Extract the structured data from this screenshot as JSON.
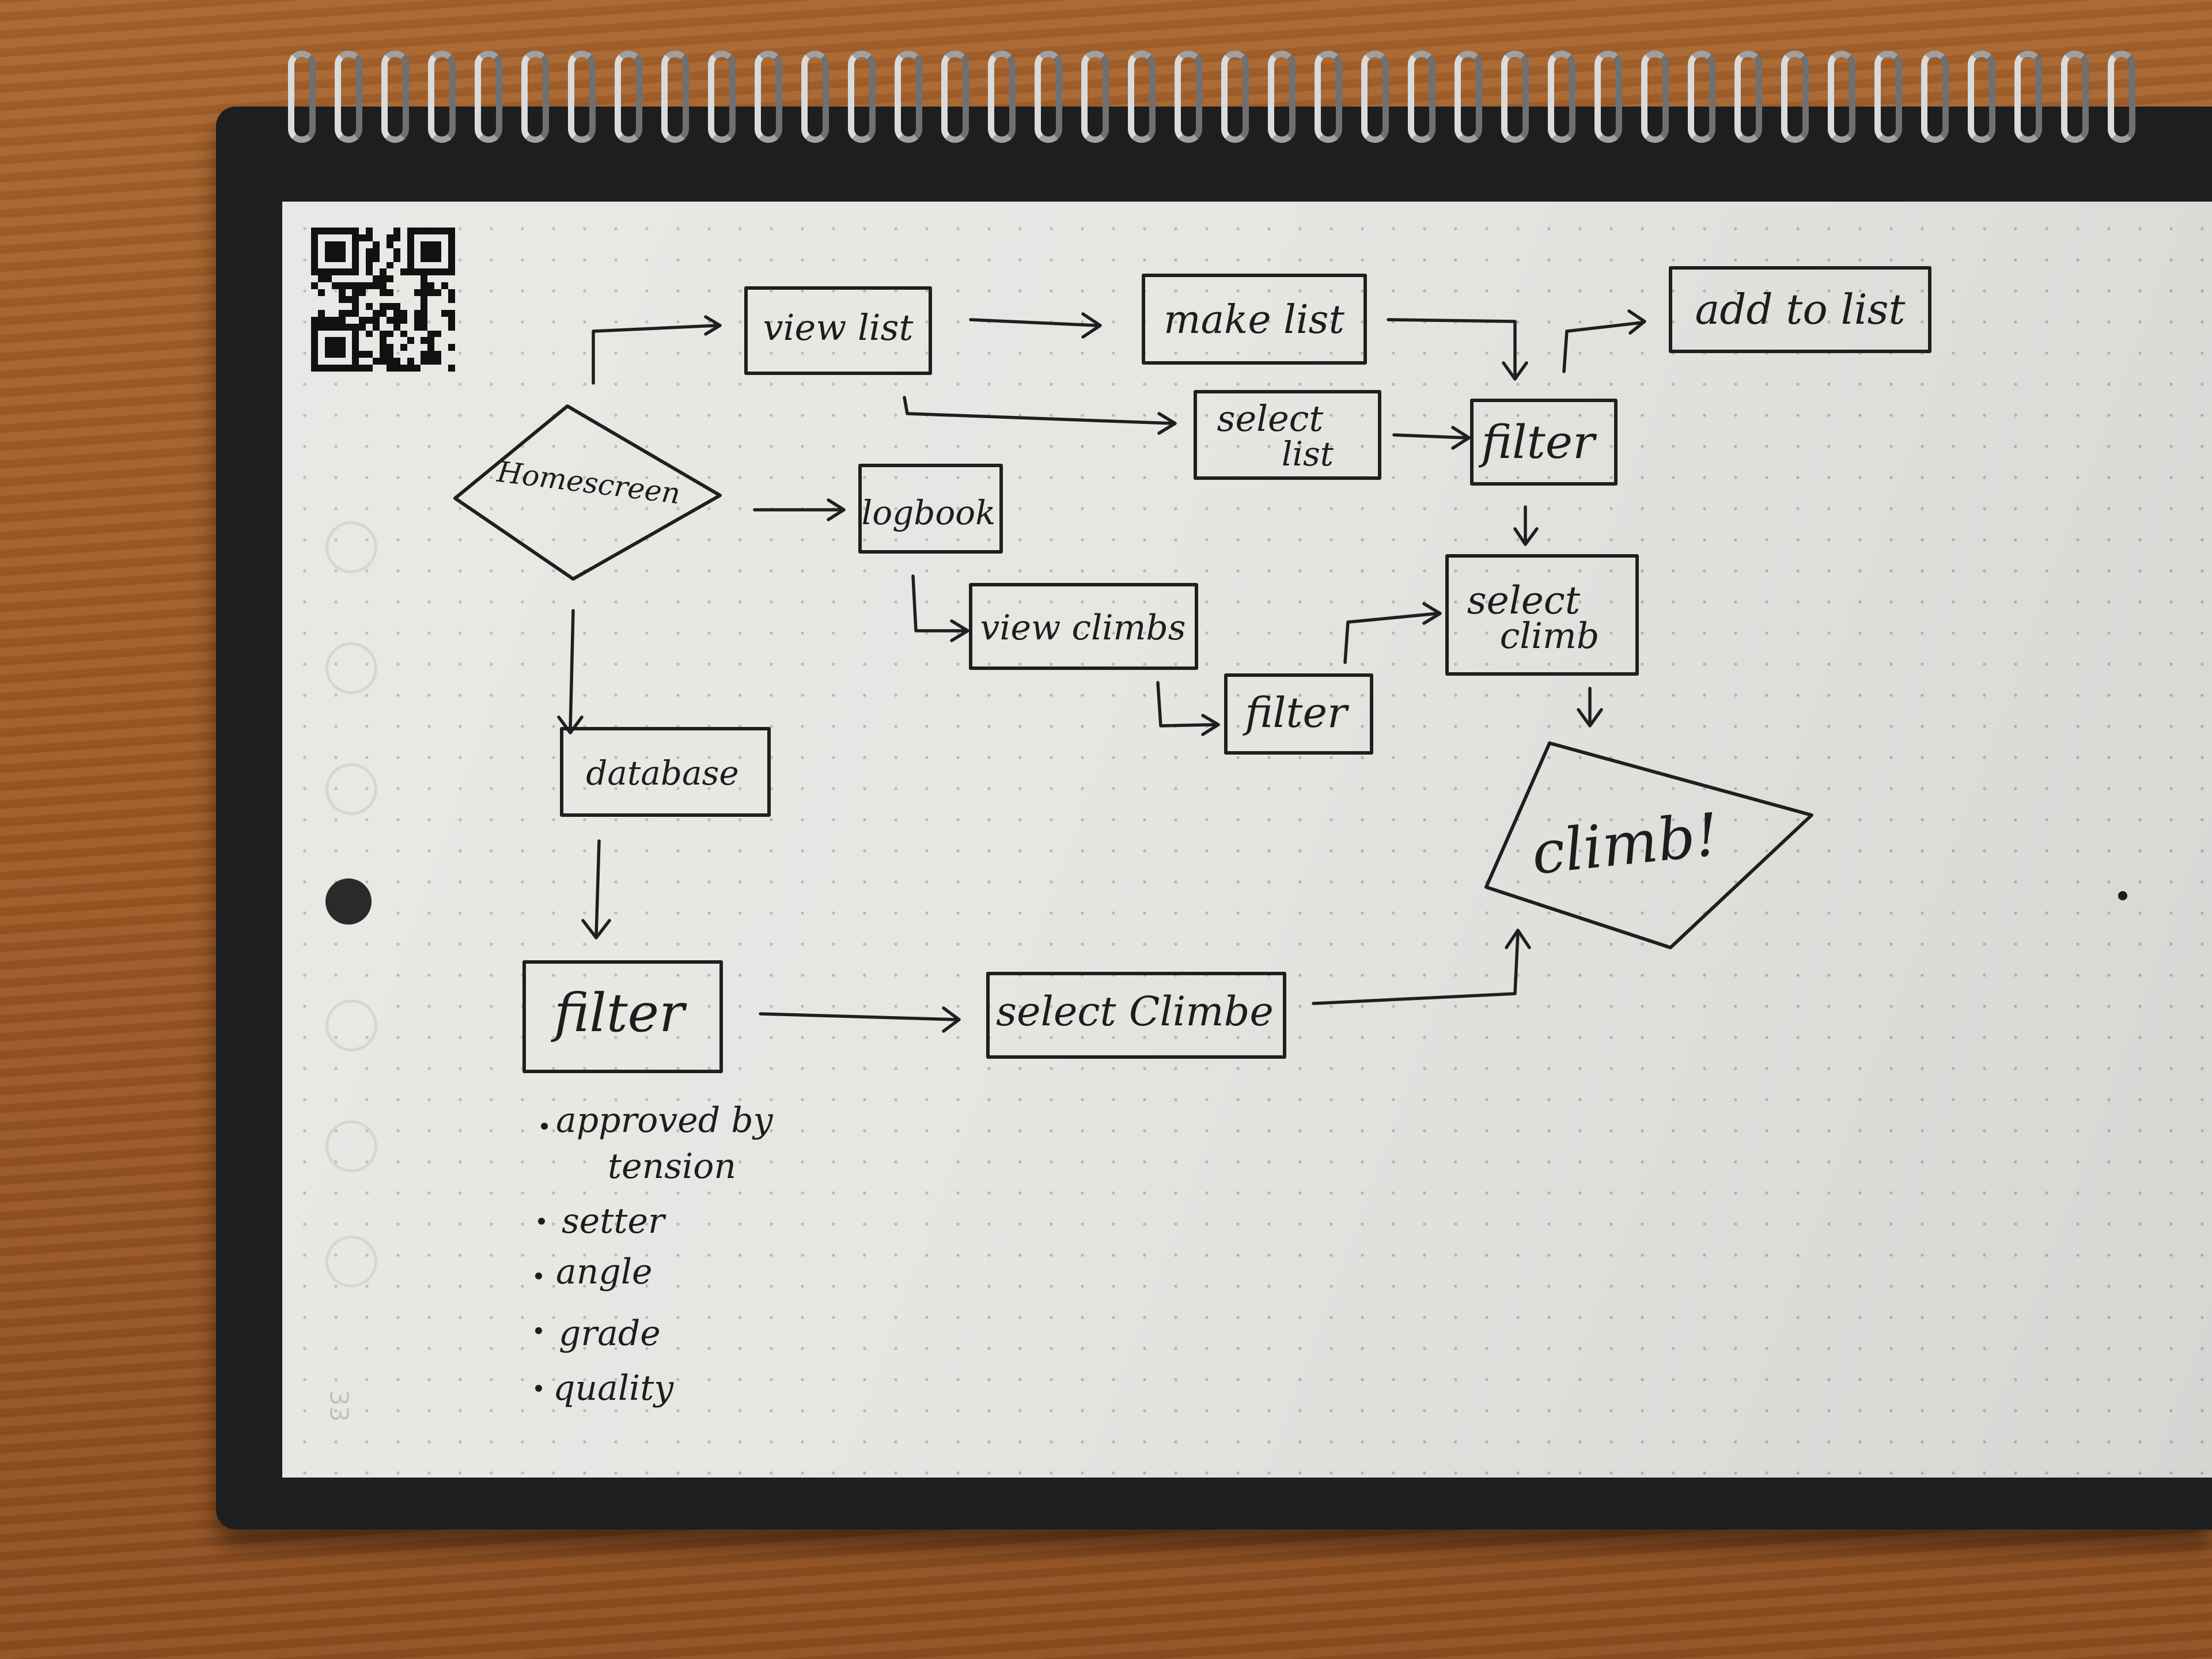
{
  "page_number": "33",
  "flowchart": {
    "nodes": {
      "homescreen": "Homescreen",
      "view_list": "view list",
      "make_list": "make list",
      "add_to_list": "add to list",
      "select_list": [
        "select",
        "list"
      ],
      "filter_top": "filter",
      "logbook": "logbook",
      "view_climbs": "view climbs",
      "filter_mid": "filter",
      "select_climb": [
        "select",
        "climb"
      ],
      "database": "database",
      "filter_bottom": "filter",
      "select_climbe": "select Climbe",
      "climb": "climb!"
    },
    "filter_criteria": [
      "approved by",
      "tension",
      "setter",
      "angle",
      "grade",
      "quality"
    ]
  }
}
